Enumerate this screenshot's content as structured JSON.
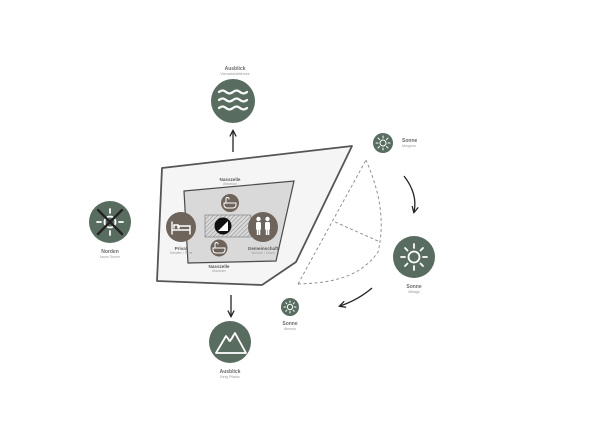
{
  "header": {
    "faint_title": ""
  },
  "colors": {
    "green": "#586c60",
    "brown": "#6e645c",
    "outline": "#555555",
    "plot_fill": "#f5f5f5",
    "inner_fill": "#d9d9d9"
  },
  "nodes": {
    "ausblick_top": {
      "title": "Ausblick",
      "sub": "Vierwaldstättersee",
      "icon": "waves-icon"
    },
    "norden": {
      "title": "Norden",
      "sub": "kaum Sonne",
      "icon": "crossed-sun-icon"
    },
    "ausblick_bottom": {
      "title": "Ausblick",
      "sub": "Berg Pilatus",
      "icon": "mountain-icon"
    },
    "sonne_morgens": {
      "title": "Sonne",
      "sub": "Morgens",
      "icon": "sun-icon"
    },
    "sonne_mittags": {
      "title": "Sonne",
      "sub": "Mittags",
      "icon": "sun-icon"
    },
    "sonne_abends": {
      "title": "Sonne",
      "sub": "Abends",
      "icon": "sun-icon"
    }
  },
  "zones": {
    "nasszelle_top": {
      "title": "Nasszelle",
      "sub": "Abwasser"
    },
    "nasszelle_bottom": {
      "title": "Nasszelle",
      "sub": "Abwasser"
    },
    "privat": {
      "title": "Privat",
      "sub": "Schlafen / Ruhe",
      "icon": "bed-icon"
    },
    "gemeinschaft": {
      "title": "Gemeinschaft",
      "sub": "Wohnen / Essen",
      "icon": "people-icon"
    },
    "bath_top": {
      "icon": "bathtub-icon"
    },
    "bath_bottom": {
      "icon": "bathtub-icon"
    },
    "core": {
      "icon": "stairs-icon"
    }
  }
}
